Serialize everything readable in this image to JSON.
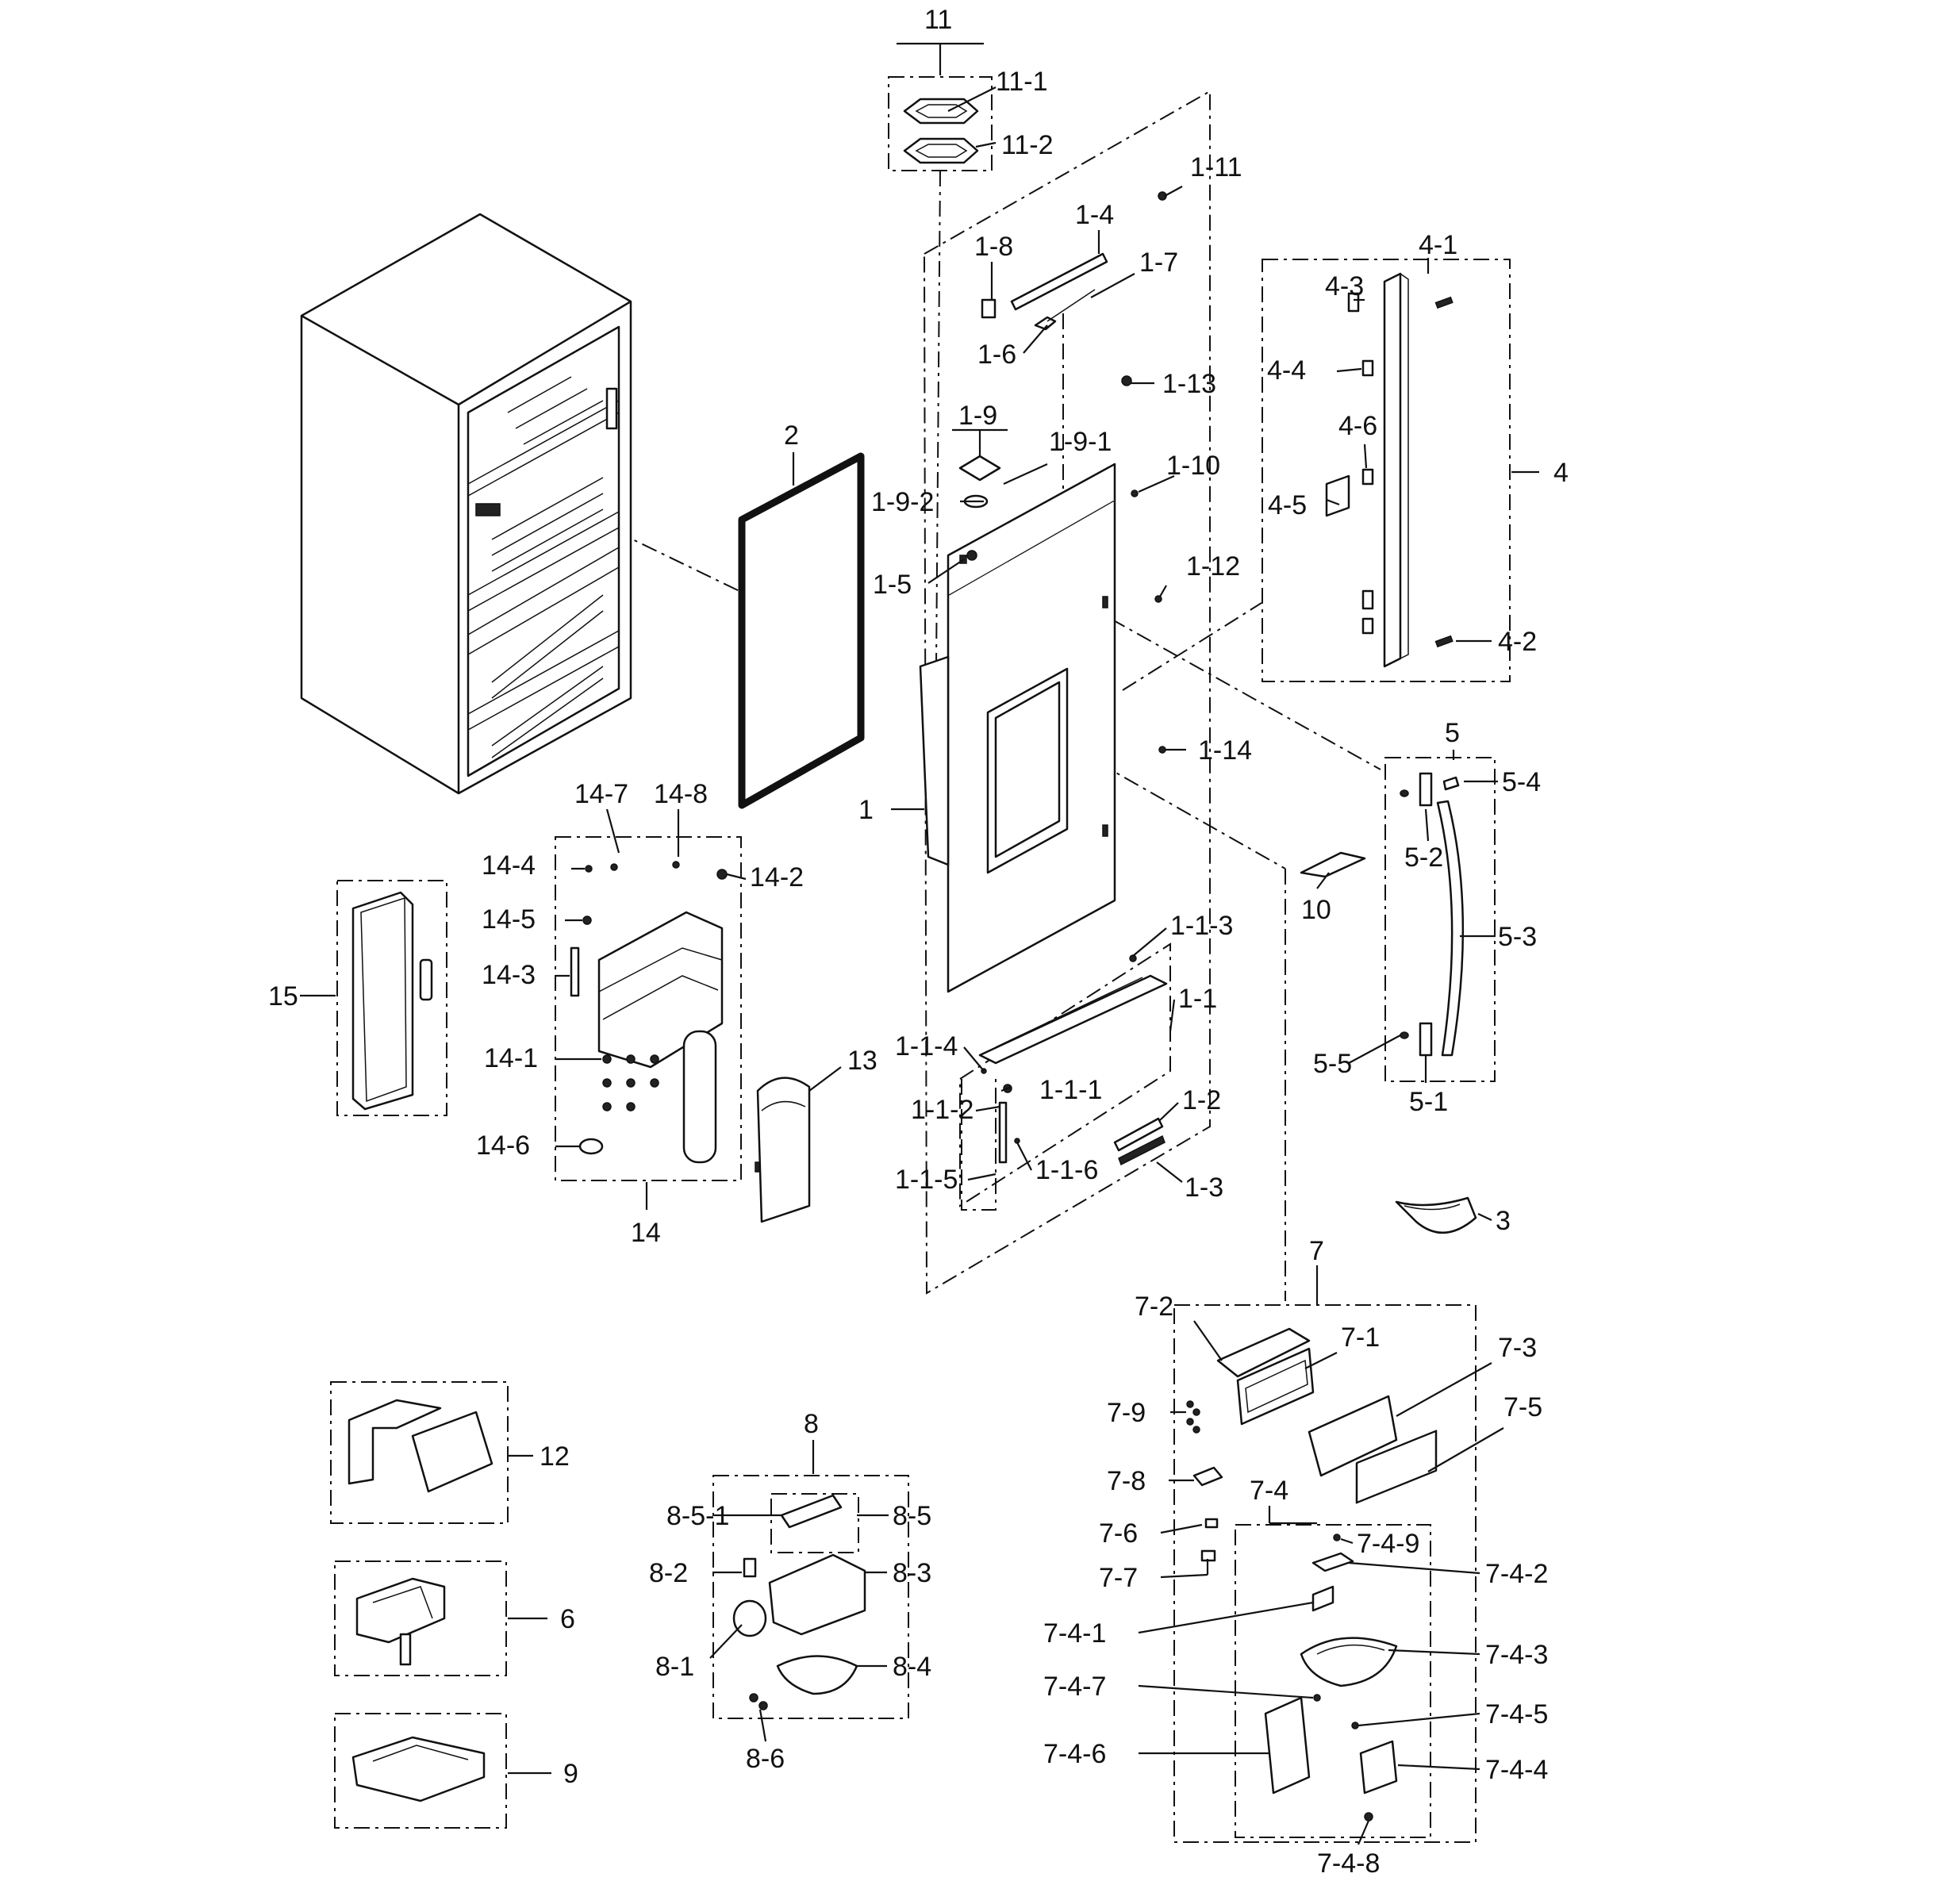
{
  "labels": {
    "l_11": "11",
    "l_11_1": "11-1",
    "l_11_2": "11-2",
    "l_1_11": "1-11",
    "l_1_4": "1-4",
    "l_1_8": "1-8",
    "l_1_7": "1-7",
    "l_1_6": "1-6",
    "l_1_13": "1-13",
    "l_1_9": "1-9",
    "l_1_9_1": "1-9-1",
    "l_1_9_2": "1-9-2",
    "l_1_10": "1-10",
    "l_1_5": "1-5",
    "l_1_12": "1-12",
    "l_1_14": "1-14",
    "l_1": "1",
    "l_2": "2",
    "l_4_1": "4-1",
    "l_4_3": "4-3",
    "l_4_4": "4-4",
    "l_4_6": "4-6",
    "l_4_5": "4-5",
    "l_4": "4",
    "l_4_2": "4-2",
    "l_5": "5",
    "l_5_4": "5-4",
    "l_5_2": "5-2",
    "l_5_3": "5-3",
    "l_5_5": "5-5",
    "l_5_1": "5-1",
    "l_10": "10",
    "l_14_7": "14-7",
    "l_14_8": "14-8",
    "l_14_4": "14-4",
    "l_14_2": "14-2",
    "l_14_5": "14-5",
    "l_14_3": "14-3",
    "l_14_1": "14-1",
    "l_14_6": "14-6",
    "l_14": "14",
    "l_15": "15",
    "l_13": "13",
    "l_1_1_3": "1-1-3",
    "l_1_1": "1-1",
    "l_1_1_4": "1-1-4",
    "l_1_1_1": "1-1-1",
    "l_1_1_2": "1-1-2",
    "l_1_2": "1-2",
    "l_1_1_5": "1-1-5",
    "l_1_1_6": "1-1-6",
    "l_1_3": "1-3",
    "l_3": "3",
    "l_7": "7",
    "l_7_2": "7-2",
    "l_7_1": "7-1",
    "l_7_3": "7-3",
    "l_7_9": "7-9",
    "l_7_5": "7-5",
    "l_7_8": "7-8",
    "l_7_4": "7-4",
    "l_7_6": "7-6",
    "l_7_4_9": "7-4-9",
    "l_7_7": "7-7",
    "l_7_4_2": "7-4-2",
    "l_7_4_1": "7-4-1",
    "l_7_4_3": "7-4-3",
    "l_7_4_7": "7-4-7",
    "l_7_4_5": "7-4-5",
    "l_7_4_6": "7-4-6",
    "l_7_4_4": "7-4-4",
    "l_7_4_8": "7-4-8",
    "l_12": "12",
    "l_6": "6",
    "l_9": "9",
    "l_8": "8",
    "l_8_5_1": "8-5-1",
    "l_8_5": "8-5",
    "l_8_2": "8-2",
    "l_8_3": "8-3",
    "l_8_1": "8-1",
    "l_8_4": "8-4",
    "l_8_6": "8-6"
  },
  "colors": {
    "ink": "#111111",
    "paper": "#ffffff"
  }
}
